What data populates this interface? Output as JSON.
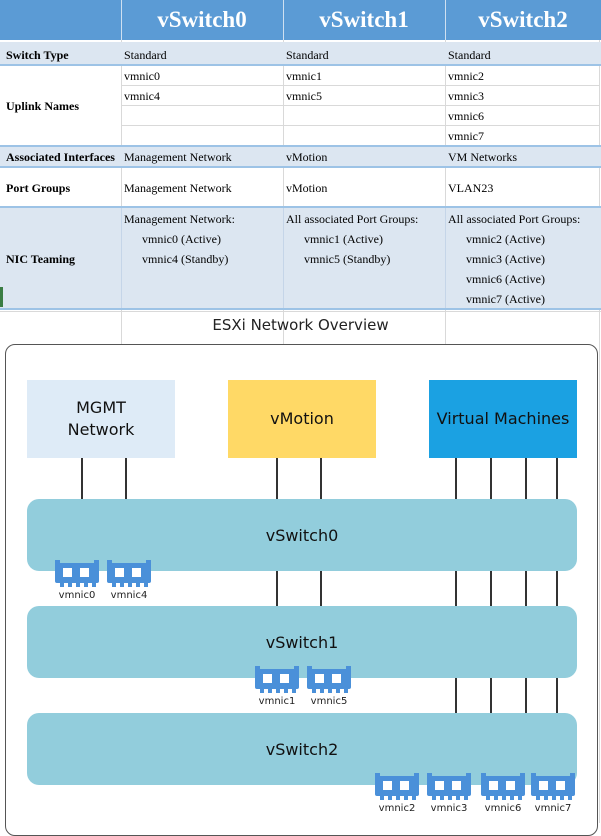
{
  "table": {
    "headers": [
      "vSwitch0",
      "vSwitch1",
      "vSwitch2"
    ],
    "switch_type": {
      "label": "Switch Type",
      "values": [
        "Standard",
        "Standard",
        "Standard"
      ]
    },
    "uplink_names": {
      "label": "Uplink Names",
      "col0": [
        "vmnic0",
        "vmnic4"
      ],
      "col1": [
        "vmnic1",
        "vmnic5"
      ],
      "col2": [
        "vmnic2",
        "vmnic3",
        "vmnic6",
        "vmnic7"
      ]
    },
    "associated_interfaces": {
      "label": "Associated Interfaces",
      "values": [
        "Management Network",
        "vMotion",
        "VM Networks"
      ]
    },
    "port_groups": {
      "label": "Port Groups",
      "values": [
        "Management Network",
        "vMotion",
        "VLAN23"
      ]
    },
    "nic_teaming": {
      "label": "NIC Teaming",
      "col0": [
        "Management Network:",
        "vmnic0 (Active)",
        "vmnic4 (Standby)"
      ],
      "col1": [
        "All associated Port Groups:",
        "vmnic1 (Active)",
        "vmnic5 (Standby)"
      ],
      "col2": [
        "All associated Port Groups:",
        "vmnic2 (Active)",
        "vmnic3 (Active)",
        "vmnic6 (Active)",
        "vmnic7 (Active)"
      ]
    }
  },
  "diagram": {
    "title": "ESXi Network Overview",
    "portgroups": [
      {
        "label": "MGMT\nNetwork",
        "color": "#deebf7"
      },
      {
        "label": "vMotion",
        "color": "#ffd966"
      },
      {
        "label": "Virtual Machines",
        "color": "#1ba1e2"
      }
    ],
    "switches": [
      "vSwitch0",
      "vSwitch1",
      "vSwitch2"
    ],
    "nics": {
      "vswitch0": [
        "vmnic0",
        "vmnic4"
      ],
      "vswitch1": [
        "vmnic1",
        "vmnic5"
      ],
      "vswitch2": [
        "vmnic2",
        "vmnic3",
        "vmnic6",
        "vmnic7"
      ]
    },
    "switch_color": "#92cddc",
    "nic_color": "#4a90d9"
  }
}
